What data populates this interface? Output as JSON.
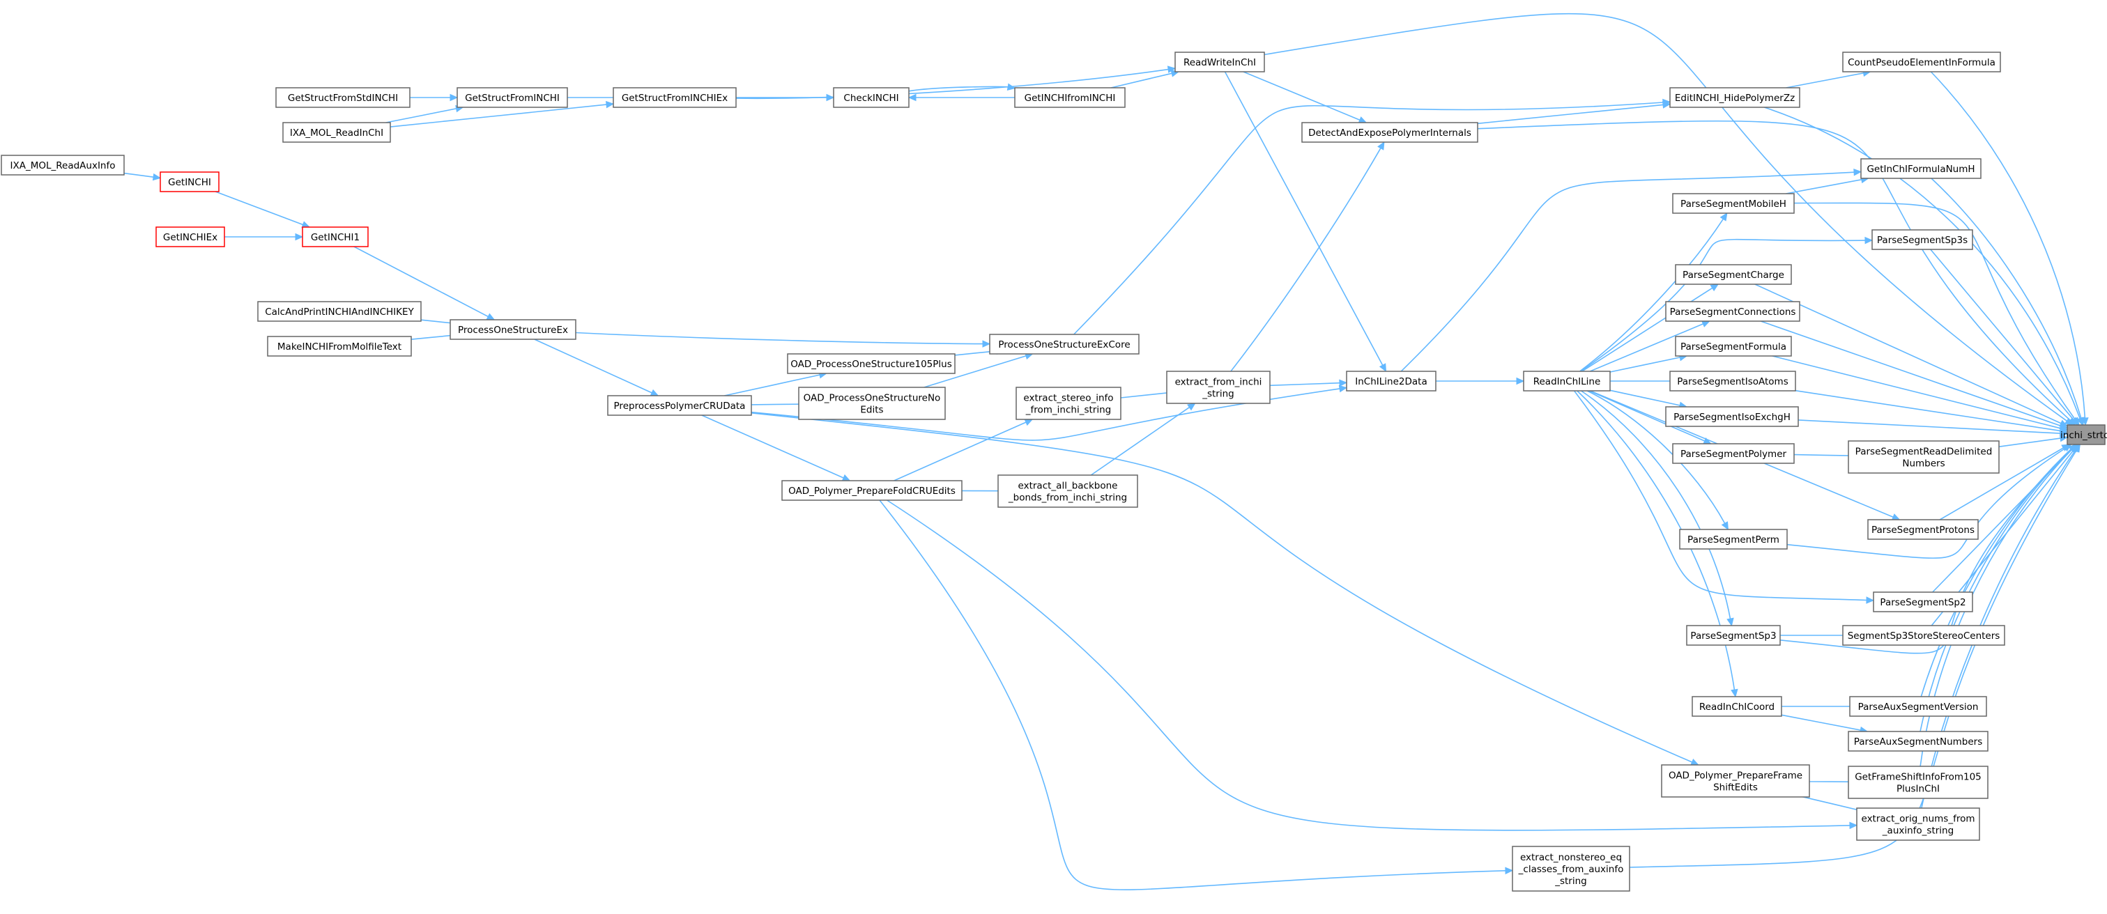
{
  "diagram": {
    "title": "",
    "colors": {
      "edge": "#63b8ff",
      "node_border": "#666666",
      "truncated_border": "#ff0000",
      "target_fill": "#999999",
      "background": "#ffffff"
    },
    "nodes": {
      "ixa_mol_readauxinfo": {
        "lines": [
          "IXA_MOL_ReadAuxInfo"
        ]
      },
      "getinchi": {
        "lines": [
          "GetINCHI"
        ],
        "truncated": true
      },
      "getinchiex": {
        "lines": [
          "GetINCHIEx"
        ],
        "truncated": true
      },
      "getinchi1": {
        "lines": [
          "GetINCHI1"
        ],
        "truncated": true
      },
      "getstructfromstdinchi": {
        "lines": [
          "GetStructFromStdINCHI"
        ]
      },
      "ixa_mol_readinchi": {
        "lines": [
          "IXA_MOL_ReadInChI"
        ]
      },
      "getstructfrominchi": {
        "lines": [
          "GetStructFromINCHI"
        ]
      },
      "getstructfrominchiex": {
        "lines": [
          "GetStructFromINCHIEx"
        ]
      },
      "checkinchi": {
        "lines": [
          "CheckINCHI"
        ]
      },
      "getinchifrominchi": {
        "lines": [
          "GetINCHIfromINCHI"
        ]
      },
      "readwriteinchi": {
        "lines": [
          "ReadWriteInChI"
        ]
      },
      "calcandprintinchiandinchikey": {
        "lines": [
          "CalcAndPrintINCHIAndINCHIKEY"
        ]
      },
      "makeinchifrommolfiletext": {
        "lines": [
          "MakeINCHIFromMolfileText"
        ]
      },
      "processonestructureex": {
        "lines": [
          "ProcessOneStructureEx"
        ]
      },
      "preprocesspolymercrudata": {
        "lines": [
          "PreprocessPolymerCRUData"
        ]
      },
      "oad_processonestructure105plus": {
        "lines": [
          "OAD_ProcessOneStructure105Plus"
        ]
      },
      "oad_processonestructurenoedits": {
        "lines": [
          "OAD_ProcessOneStructureNo",
          "Edits"
        ]
      },
      "processonestructureexcore": {
        "lines": [
          "ProcessOneStructureExCore"
        ]
      },
      "oad_polymer_preparefoldcruedits": {
        "lines": [
          "OAD_Polymer_PrepareFoldCRUEdits"
        ]
      },
      "extract_stereo_info_from_inchi_string": {
        "lines": [
          "extract_stereo_info",
          "_from_inchi_string"
        ]
      },
      "extract_all_backbone_bonds_from_inchi_string": {
        "lines": [
          "extract_all_backbone",
          "_bonds_from_inchi_string"
        ]
      },
      "extract_from_inchi_string": {
        "lines": [
          "extract_from_inchi",
          "_string"
        ]
      },
      "detectandexposepolymerinternals": {
        "lines": [
          "DetectAndExposePolymerInternals"
        ]
      },
      "inchiline2data": {
        "lines": [
          "InChILine2Data"
        ]
      },
      "readinchiline": {
        "lines": [
          "ReadInChILine"
        ]
      },
      "editinchi_hidepolymerzz": {
        "lines": [
          "EditINCHI_HidePolymerZz"
        ]
      },
      "countpseudoelementinformula": {
        "lines": [
          "CountPseudoElementInFormula"
        ]
      },
      "getinchiformulanumh": {
        "lines": [
          "GetInChIFormulaNumH"
        ]
      },
      "parsesegmentmobileh": {
        "lines": [
          "ParseSegmentMobileH"
        ]
      },
      "parsesegmentsp3s": {
        "lines": [
          "ParseSegmentSp3s"
        ]
      },
      "parsesegmentcharge": {
        "lines": [
          "ParseSegmentCharge"
        ]
      },
      "parsesegmentconnections": {
        "lines": [
          "ParseSegmentConnections"
        ]
      },
      "parsesegmentformula": {
        "lines": [
          "ParseSegmentFormula"
        ]
      },
      "parsesegmentisoatoms": {
        "lines": [
          "ParseSegmentIsoAtoms"
        ]
      },
      "parsesegmentisoexchgh": {
        "lines": [
          "ParseSegmentIsoExchgH"
        ]
      },
      "parsesegmentpolymer": {
        "lines": [
          "ParseSegmentPolymer"
        ]
      },
      "parsesegmentreaddelimitednumbers": {
        "lines": [
          "ParseSegmentReadDelimited",
          "Numbers"
        ]
      },
      "parsesegmentprotons": {
        "lines": [
          "ParseSegmentProtons"
        ]
      },
      "parsesegmentperm": {
        "lines": [
          "ParseSegmentPerm"
        ]
      },
      "parsesegmentsp2": {
        "lines": [
          "ParseSegmentSp2"
        ]
      },
      "parsesegmentsp3": {
        "lines": [
          "ParseSegmentSp3"
        ]
      },
      "segmentsp3storestereocenters": {
        "lines": [
          "SegmentSp3StoreStereoCenters"
        ]
      },
      "readinchicoord": {
        "lines": [
          "ReadInChICoord"
        ]
      },
      "parseauxsegmentversion": {
        "lines": [
          "ParseAuxSegmentVersion"
        ]
      },
      "parseauxsegmentnumbers": {
        "lines": [
          "ParseAuxSegmentNumbers"
        ]
      },
      "oad_polymer_prepareframeshiftedits": {
        "lines": [
          "OAD_Polymer_PrepareFrame",
          "ShiftEdits"
        ]
      },
      "getframeshiftinfofrom105plusinchi": {
        "lines": [
          "GetFrameShiftInfoFrom105",
          "PlusInChI"
        ]
      },
      "extract_orig_nums_from_auxinfo_string": {
        "lines": [
          "extract_orig_nums_from",
          "_auxinfo_string"
        ]
      },
      "extract_nonstereo_eq_classes_from_auxinfo_string": {
        "lines": [
          "extract_nonstereo_eq",
          "_classes_from_auxinfo",
          "_string"
        ]
      },
      "inchi_strtol": {
        "lines": [
          "inchi_strtol"
        ],
        "target": true
      }
    },
    "edges": [
      [
        "getinchi",
        "ixa_mol_readauxinfo"
      ],
      [
        "getinchi1",
        "getinchi"
      ],
      [
        "getinchi1",
        "getinchiex"
      ],
      [
        "getstructfrominchi",
        "getstructfromstdinchi"
      ],
      [
        "getstructfrominchi",
        "ixa_mol_readinchi"
      ],
      [
        "getstructfrominchiex",
        "getstructfrominchi"
      ],
      [
        "getstructfrominchiex",
        "ixa_mol_readinchi"
      ],
      [
        "checkinchi",
        "getstructfrominchiex"
      ],
      [
        "checkinchi",
        "getinchifrominchi"
      ],
      [
        "getinchifrominchi",
        "checkinchi"
      ],
      [
        "readwriteinchi",
        "getstructfrominchiex"
      ],
      [
        "readwriteinchi",
        "getinchifrominchi"
      ],
      [
        "processonestructureex",
        "calcandprintinchiandinchikey"
      ],
      [
        "processonestructureex",
        "makeinchifrommolfiletext"
      ],
      [
        "processonestructureex",
        "getinchi1"
      ],
      [
        "preprocesspolymercrudata",
        "processonestructureex"
      ],
      [
        "processonestructureexcore",
        "processonestructureex"
      ],
      [
        "processonestructureexcore",
        "oad_processonestructure105plus"
      ],
      [
        "processonestructureexcore",
        "oad_processonestructurenoedits"
      ],
      [
        "oad_processonestructure105plus",
        "preprocesspolymercrudata"
      ],
      [
        "oad_processonestructurenoedits",
        "preprocesspolymercrudata"
      ],
      [
        "oad_polymer_preparefoldcruedits",
        "preprocesspolymercrudata"
      ],
      [
        "extract_stereo_info_from_inchi_string",
        "oad_polymer_preparefoldcruedits"
      ],
      [
        "extract_all_backbone_bonds_from_inchi_string",
        "oad_polymer_preparefoldcruedits"
      ],
      [
        "extract_from_inchi_string",
        "extract_stereo_info_from_inchi_string"
      ],
      [
        "extract_from_inchi_string",
        "extract_all_backbone_bonds_from_inchi_string"
      ],
      [
        "detectandexposepolymerinternals",
        "readwriteinchi"
      ],
      [
        "detectandexposepolymerinternals",
        "extract_from_inchi_string"
      ],
      [
        "inchiline2data",
        "readwriteinchi"
      ],
      [
        "inchiline2data",
        "extract_from_inchi_string"
      ],
      [
        "inchiline2data",
        "preprocesspolymercrudata"
      ],
      [
        "readinchiline",
        "inchiline2data"
      ],
      [
        "editinchi_hidepolymerzz",
        "processonestructureexcore"
      ],
      [
        "editinchi_hidepolymerzz",
        "detectandexposepolymerinternals"
      ],
      [
        "countpseudoelementinformula",
        "editinchi_hidepolymerzz"
      ],
      [
        "getinchiformulanumh",
        "parsesegmentmobileh"
      ],
      [
        "getinchiformulanumh",
        "inchiline2data"
      ],
      [
        "parsesegmentmobileh",
        "readinchiline"
      ],
      [
        "parsesegmentsp3s",
        "readinchiline"
      ],
      [
        "parsesegmentcharge",
        "readinchiline"
      ],
      [
        "parsesegmentconnections",
        "readinchiline"
      ],
      [
        "parsesegmentformula",
        "readinchiline"
      ],
      [
        "parsesegmentisoatoms",
        "readinchiline"
      ],
      [
        "parsesegmentisoexchgh",
        "readinchiline"
      ],
      [
        "parsesegmentpolymer",
        "readinchiline"
      ],
      [
        "parsesegmentreaddelimitednumbers",
        "parsesegmentpolymer"
      ],
      [
        "parsesegmentprotons",
        "readinchiline"
      ],
      [
        "parsesegmentperm",
        "readinchiline"
      ],
      [
        "parsesegmentsp2",
        "readinchiline"
      ],
      [
        "parsesegmentsp3",
        "readinchiline"
      ],
      [
        "segmentsp3storestereocenters",
        "parsesegmentsp3"
      ],
      [
        "readinchicoord",
        "readinchiline"
      ],
      [
        "parseauxsegmentversion",
        "readinchicoord"
      ],
      [
        "parseauxsegmentnumbers",
        "readinchicoord"
      ],
      [
        "oad_polymer_prepareframeshiftedits",
        "preprocesspolymercrudata"
      ],
      [
        "getframeshiftinfofrom105plusinchi",
        "oad_polymer_prepareframeshiftedits"
      ],
      [
        "extract_orig_nums_from_auxinfo_string",
        "oad_polymer_prepareframeshiftedits"
      ],
      [
        "extract_orig_nums_from_auxinfo_string",
        "oad_polymer_preparefoldcruedits"
      ],
      [
        "extract_nonstereo_eq_classes_from_auxinfo_string",
        "oad_polymer_preparefoldcruedits"
      ],
      [
        "inchi_strtol",
        "readwriteinchi"
      ],
      [
        "inchi_strtol",
        "countpseudoelementinformula"
      ],
      [
        "inchi_strtol",
        "editinchi_hidepolymerzz"
      ],
      [
        "inchi_strtol",
        "detectandexposepolymerinternals"
      ],
      [
        "inchi_strtol",
        "getinchiformulanumh"
      ],
      [
        "inchi_strtol",
        "parsesegmentmobileh"
      ],
      [
        "inchi_strtol",
        "parsesegmentsp3s"
      ],
      [
        "inchi_strtol",
        "parsesegmentcharge"
      ],
      [
        "inchi_strtol",
        "parsesegmentconnections"
      ],
      [
        "inchi_strtol",
        "parsesegmentformula"
      ],
      [
        "inchi_strtol",
        "parsesegmentisoatoms"
      ],
      [
        "inchi_strtol",
        "parsesegmentisoexchgh"
      ],
      [
        "inchi_strtol",
        "parsesegmentreaddelimitednumbers"
      ],
      [
        "inchi_strtol",
        "parsesegmentprotons"
      ],
      [
        "inchi_strtol",
        "parsesegmentperm"
      ],
      [
        "inchi_strtol",
        "parsesegmentsp2"
      ],
      [
        "inchi_strtol",
        "segmentsp3storestereocenters"
      ],
      [
        "inchi_strtol",
        "parsesegmentsp3"
      ],
      [
        "inchi_strtol",
        "parseauxsegmentversion"
      ],
      [
        "inchi_strtol",
        "parseauxsegmentnumbers"
      ],
      [
        "inchi_strtol",
        "getframeshiftinfofrom105plusinchi"
      ],
      [
        "inchi_strtol",
        "extract_orig_nums_from_auxinfo_string"
      ],
      [
        "inchi_strtol",
        "extract_nonstereo_eq_classes_from_auxinfo_string"
      ]
    ]
  }
}
